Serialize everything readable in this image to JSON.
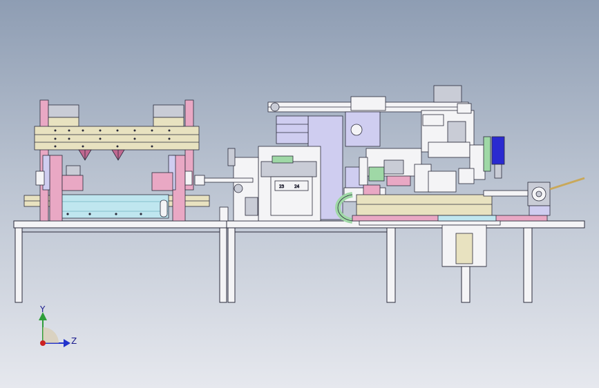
{
  "viewport": {
    "background_top": "#8e9db3",
    "background_bottom": "#e6e8ee"
  },
  "axis_triad": {
    "y_label": "Y",
    "z_label": "Z",
    "y_color": "#2e9e3a",
    "z_color": "#2233cc",
    "x_color": "#cc2222"
  },
  "part_labels": {
    "block_left": "23",
    "block_right": "24"
  },
  "colors": {
    "line": "#2a2a3a",
    "frame": "#f4f4f6",
    "beam": "#e8e2c0",
    "pink": "#e9a8c4",
    "cyan": "#bfe6ef",
    "lavender": "#cfcdf0",
    "green": "#9fd8a6",
    "blue": "#2a2ad0",
    "gray": "#c9ccd6"
  }
}
